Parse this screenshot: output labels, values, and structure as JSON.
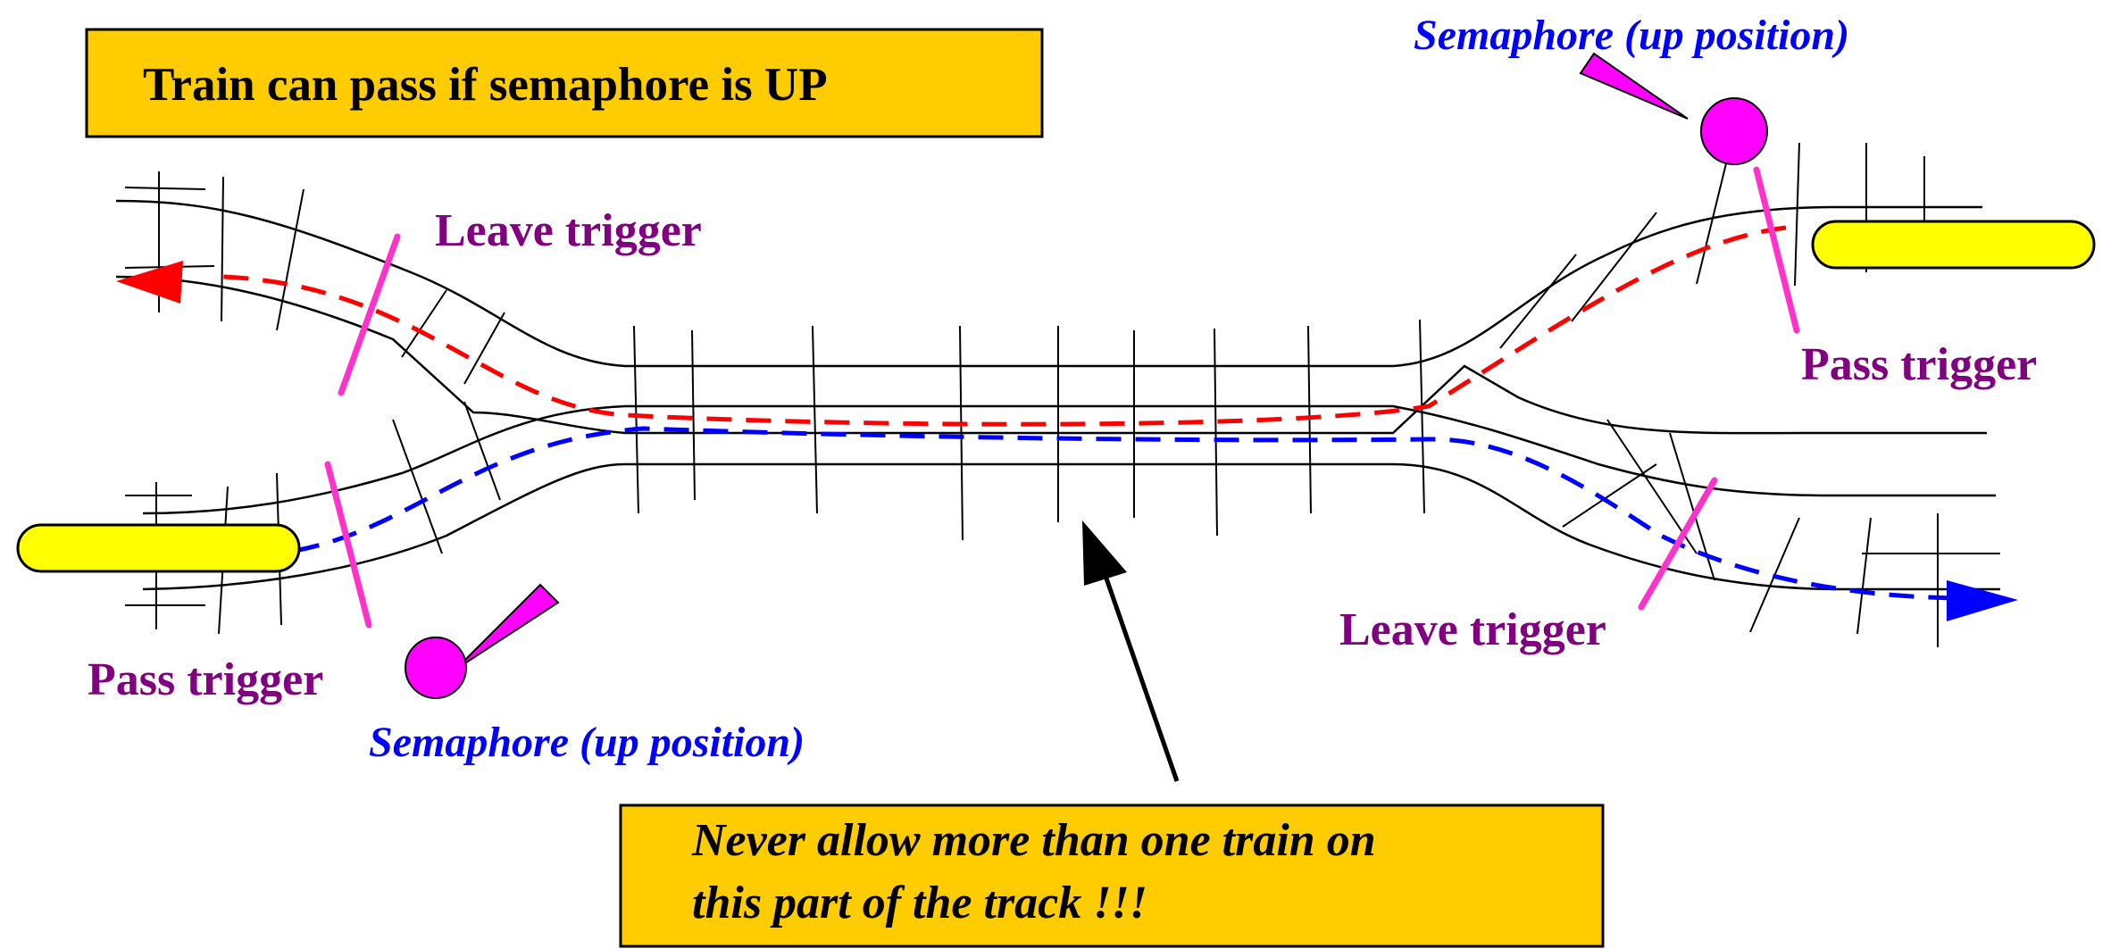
{
  "title_box": {
    "text": "Train can pass if semaphore is UP"
  },
  "note_box": {
    "line1": "Never allow more than one train on",
    "line2": "this part of the track !!!"
  },
  "labels": {
    "leave_trigger_left": "Leave trigger",
    "pass_trigger_left": "Pass trigger",
    "semaphore_left": "Semaphore (up position)",
    "semaphore_right": "Semaphore (up position)",
    "pass_trigger_right": "Pass trigger",
    "leave_trigger_right": "Leave trigger"
  },
  "colors": {
    "box_fill": "#ffcc00",
    "train_fill": "#ffff00",
    "trigger": "#ff33cc",
    "semaphore": "#ff00ff",
    "route_westbound": "#ff0000",
    "route_eastbound": "#0000ff",
    "label_purple": "#800080",
    "label_blue": "#0000ff"
  }
}
